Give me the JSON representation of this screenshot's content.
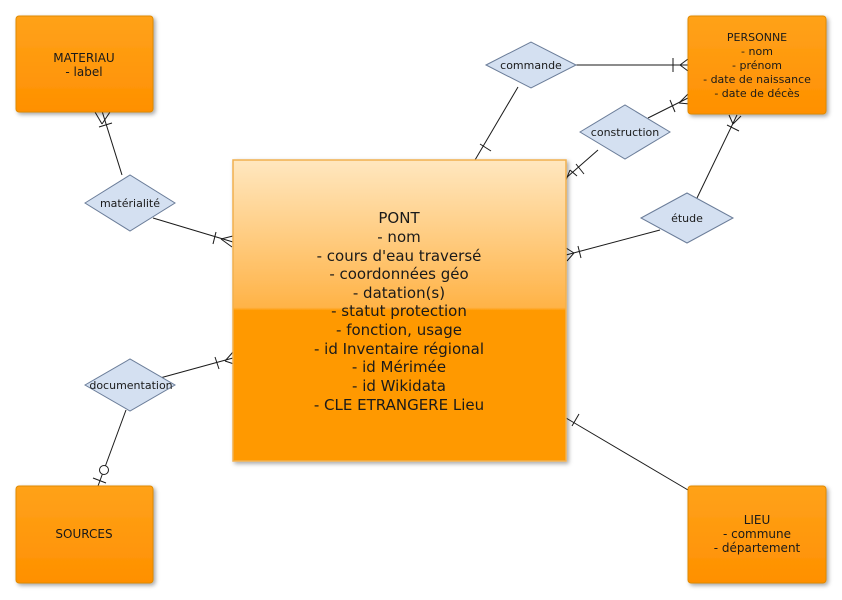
{
  "entities": {
    "materiau": {
      "title": "MATERIAU",
      "attrs": [
        "- label"
      ]
    },
    "personne": {
      "title": "PERSONNE",
      "attrs": [
        "- nom",
        "- prénom",
        "- date de naissance",
        "- date de décès"
      ]
    },
    "pont": {
      "title": "PONT",
      "attrs": [
        "- nom",
        "- cours d'eau traversé",
        "- coordonnées géo",
        "- datation(s)",
        "- statut protection",
        "- fonction, usage",
        "- id Inventaire régional",
        "- id Mérimée",
        "- id Wikidata",
        "- CLE ETRANGERE Lieu"
      ]
    },
    "sources": {
      "title": "SOURCES",
      "attrs": []
    },
    "lieu": {
      "title": "LIEU",
      "attrs": [
        "- commune",
        "- département"
      ]
    }
  },
  "relations": {
    "commande": "commande",
    "construction": "construction",
    "materialite": "matérialité",
    "etude": "étude",
    "documentation": "documentation"
  },
  "colors": {
    "entity_fill": "#ff9900",
    "entity_light": "#ffd28a",
    "relation_fill": "#d4e0f1",
    "relation_stroke": "#6b7d99",
    "line": "#1a1a1a"
  }
}
